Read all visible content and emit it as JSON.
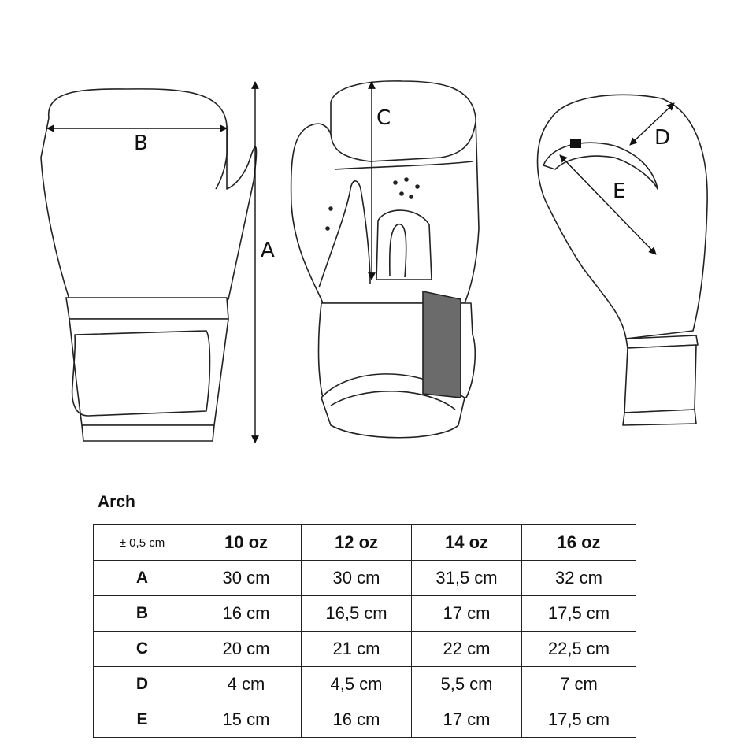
{
  "diagram": {
    "labels": {
      "a": "A",
      "b": "B",
      "c": "C",
      "d": "D",
      "e": "E"
    },
    "accent_color": "#6b6b6b"
  },
  "table": {
    "title": "Arch",
    "tolerance": "± 0,5 cm",
    "columns": [
      "10 oz",
      "12 oz",
      "14 oz",
      "16 oz"
    ],
    "rows": [
      {
        "label": "A",
        "values": [
          "30 cm",
          "30 cm",
          "31,5 cm",
          "32 cm"
        ]
      },
      {
        "label": "B",
        "values": [
          "16 cm",
          "16,5 cm",
          "17 cm",
          "17,5 cm"
        ]
      },
      {
        "label": "C",
        "values": [
          "20 cm",
          "21 cm",
          "22 cm",
          "22,5 cm"
        ]
      },
      {
        "label": "D",
        "values": [
          "4 cm",
          "4,5 cm",
          "5,5 cm",
          "7 cm"
        ]
      },
      {
        "label": "E",
        "values": [
          "15 cm",
          "16 cm",
          "17 cm",
          "17,5 cm"
        ]
      }
    ]
  }
}
